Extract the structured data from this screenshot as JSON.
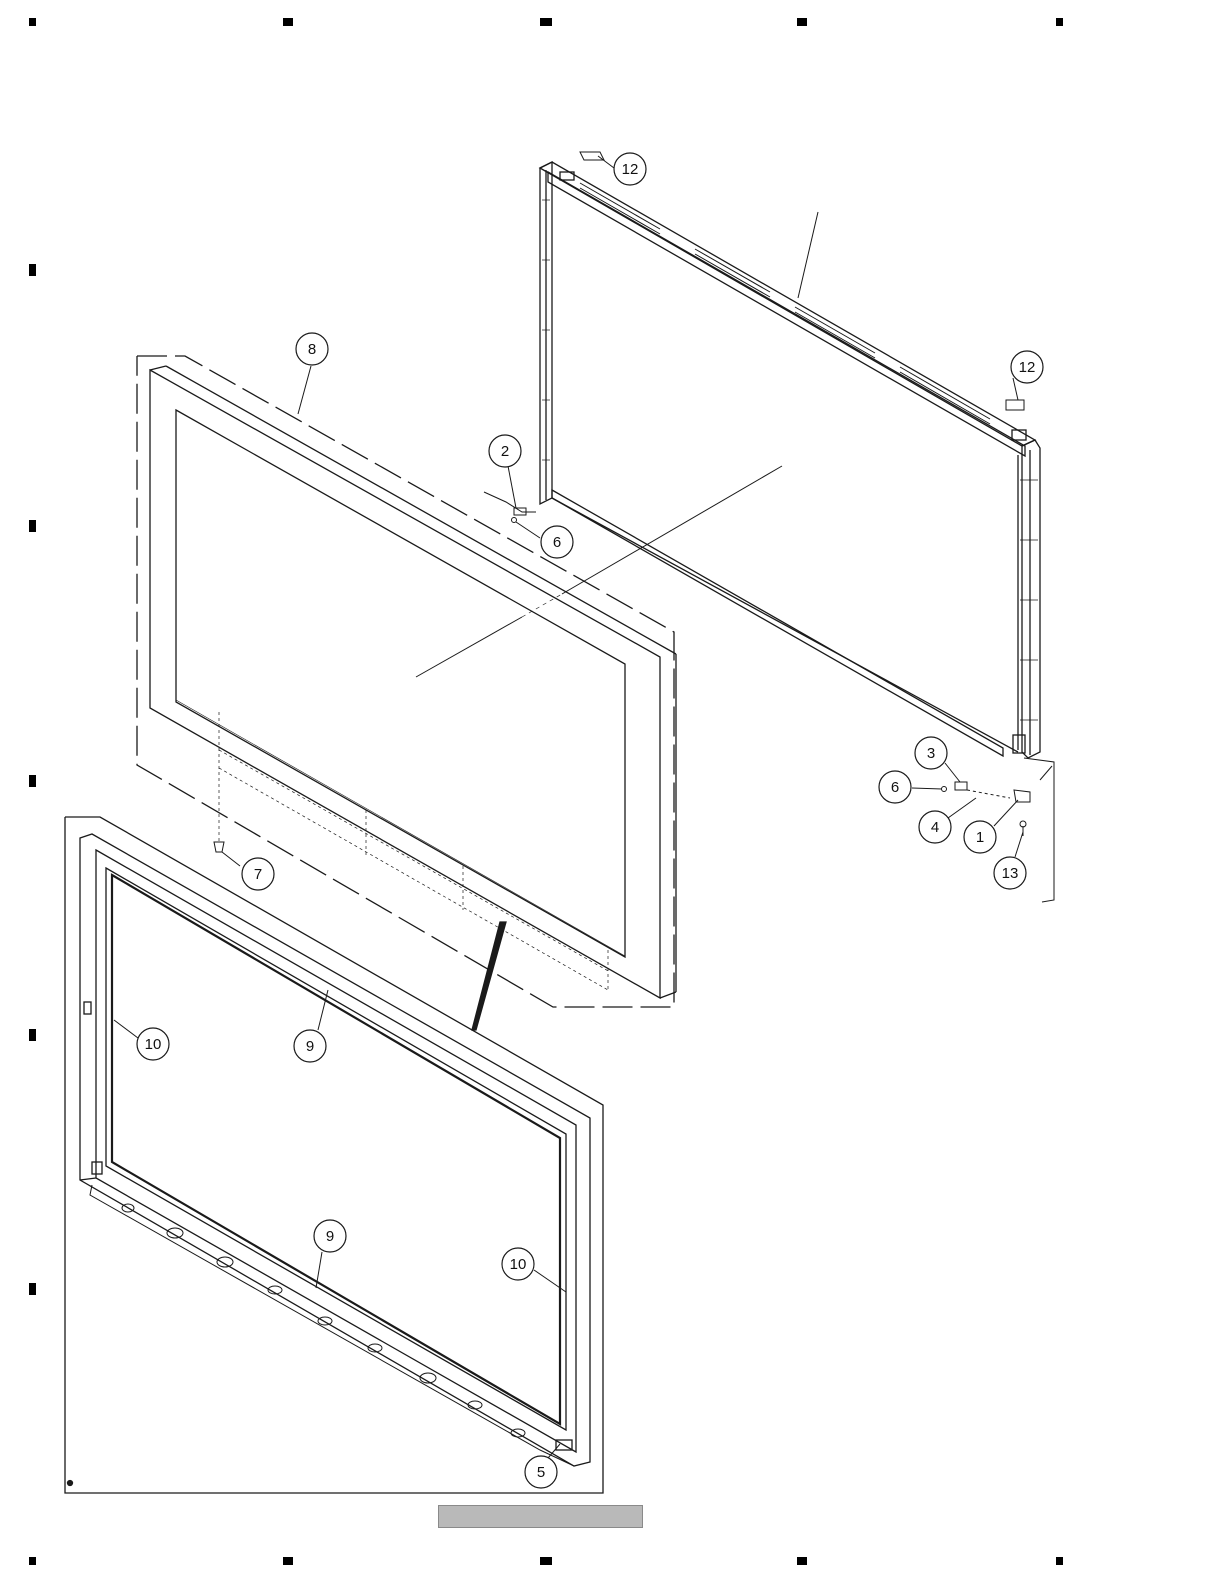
{
  "diagram": {
    "callouts": [
      {
        "id": "callout-1",
        "label": "1"
      },
      {
        "id": "callout-2",
        "label": "2"
      },
      {
        "id": "callout-3",
        "label": "3"
      },
      {
        "id": "callout-4",
        "label": "4"
      },
      {
        "id": "callout-5",
        "label": "5"
      },
      {
        "id": "callout-6a",
        "label": "6"
      },
      {
        "id": "callout-6b",
        "label": "6"
      },
      {
        "id": "callout-7",
        "label": "7"
      },
      {
        "id": "callout-8",
        "label": "8"
      },
      {
        "id": "callout-9a",
        "label": "9"
      },
      {
        "id": "callout-9b",
        "label": "9"
      },
      {
        "id": "callout-10a",
        "label": "10"
      },
      {
        "id": "callout-10b",
        "label": "10"
      },
      {
        "id": "callout-12a",
        "label": "12"
      },
      {
        "id": "callout-12b",
        "label": "12"
      },
      {
        "id": "callout-13",
        "label": "13"
      }
    ]
  },
  "colors": {
    "line": "#1a1a1a",
    "footer_bar": "#b9b9b9"
  }
}
